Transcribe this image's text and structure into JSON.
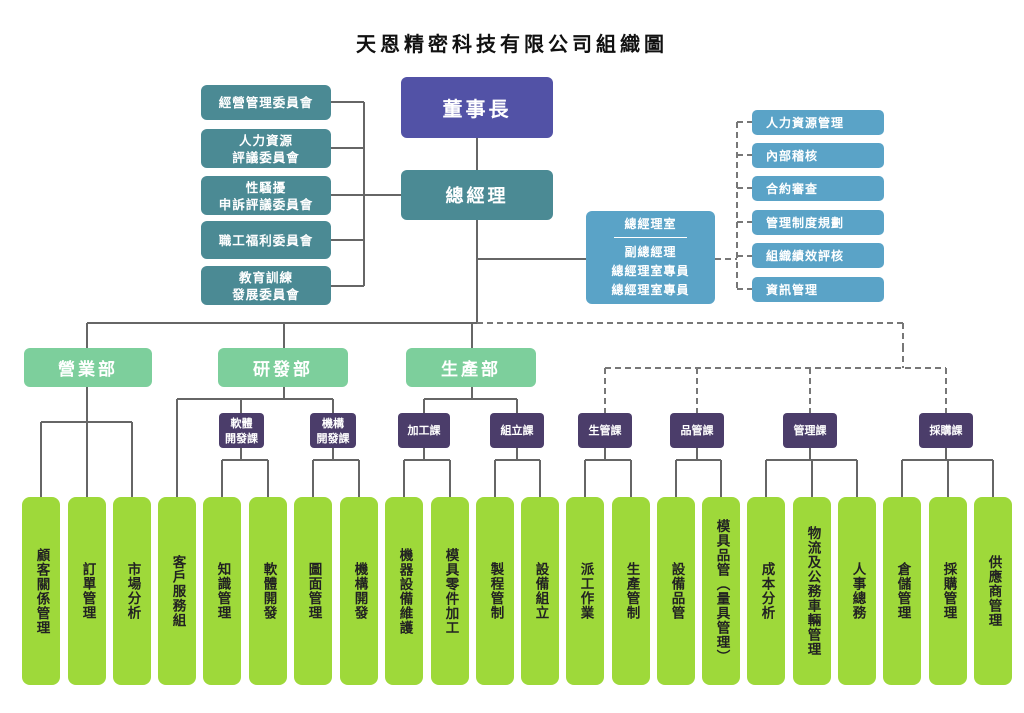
{
  "title": "天恩精密科技有限公司組織圖",
  "chairman": "董事長",
  "general_manager": "總經理",
  "committees": [
    "經營管理委員會",
    "人力資源\n評議委員會",
    "性騷擾\n申訴評議委員會",
    "職工福利委員會",
    "教育訓練\n發展委員會"
  ],
  "gm_office": {
    "title": "總經理室",
    "members": [
      "副總經理",
      "總經理室專員",
      "總經理室專員"
    ]
  },
  "staff_units": [
    "人力資源管理",
    "內部稽核",
    "合約審查",
    "管理制度規劃",
    "組織績效評核",
    "資訊管理"
  ],
  "departments": [
    "營業部",
    "研發部",
    "生產部"
  ],
  "sections": [
    "軟體\n開發課",
    "機構\n開發課",
    "加工課",
    "組立課",
    "生管課",
    "品管課",
    "管理課",
    "採購課"
  ],
  "functions": [
    "顧客關係管理",
    "訂單管理",
    "市場分析",
    "客戶服務組",
    "知識管理",
    "軟體開發",
    "圖面管理",
    "機構開發",
    "機器設備維護",
    "模具零件加工",
    "製程管制",
    "設備組立",
    "派工作業",
    "生產管制",
    "設備品管",
    "模具品管︵量具管理︶",
    "成本分析",
    "物流及公務車輛管理",
    "人事總務",
    "倉儲管理",
    "採購管理",
    "供應商管理"
  ],
  "colors": {
    "chairman": "#5252a6",
    "general_manager": "#4b8a94",
    "staff": "#5aa3c7",
    "department": "#7dcf9c",
    "section": "#4b3d6a",
    "function": "#9ed93a",
    "line": "#555555"
  }
}
